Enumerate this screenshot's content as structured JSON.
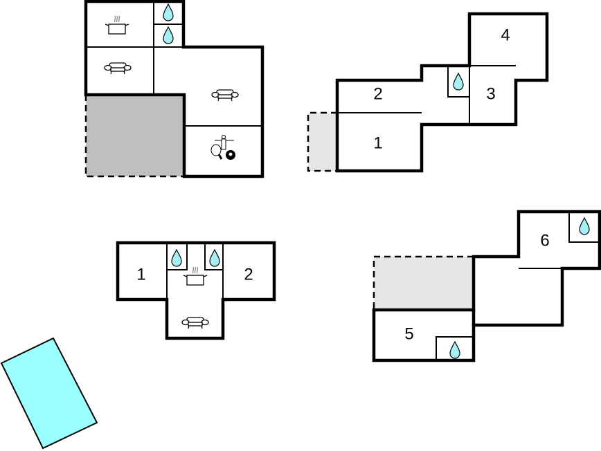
{
  "plans": [
    {
      "name": "plan-a",
      "rooms": [
        "kitchen",
        "bathroom",
        "bathroom",
        "living-room",
        "living-room",
        "games-room"
      ],
      "labels": []
    },
    {
      "name": "plan-b",
      "labels": [
        "1",
        "2",
        "3",
        "4"
      ]
    },
    {
      "name": "plan-c",
      "labels": [
        "1",
        "2"
      ]
    },
    {
      "name": "plan-d",
      "labels": [
        "5",
        "6"
      ]
    }
  ],
  "colors": {
    "wall": "#000000",
    "covered_terrace": "#bfbfbf",
    "terrace": "#e6e6e6",
    "water": "#a6f0f5",
    "pool": "#99ffff"
  }
}
